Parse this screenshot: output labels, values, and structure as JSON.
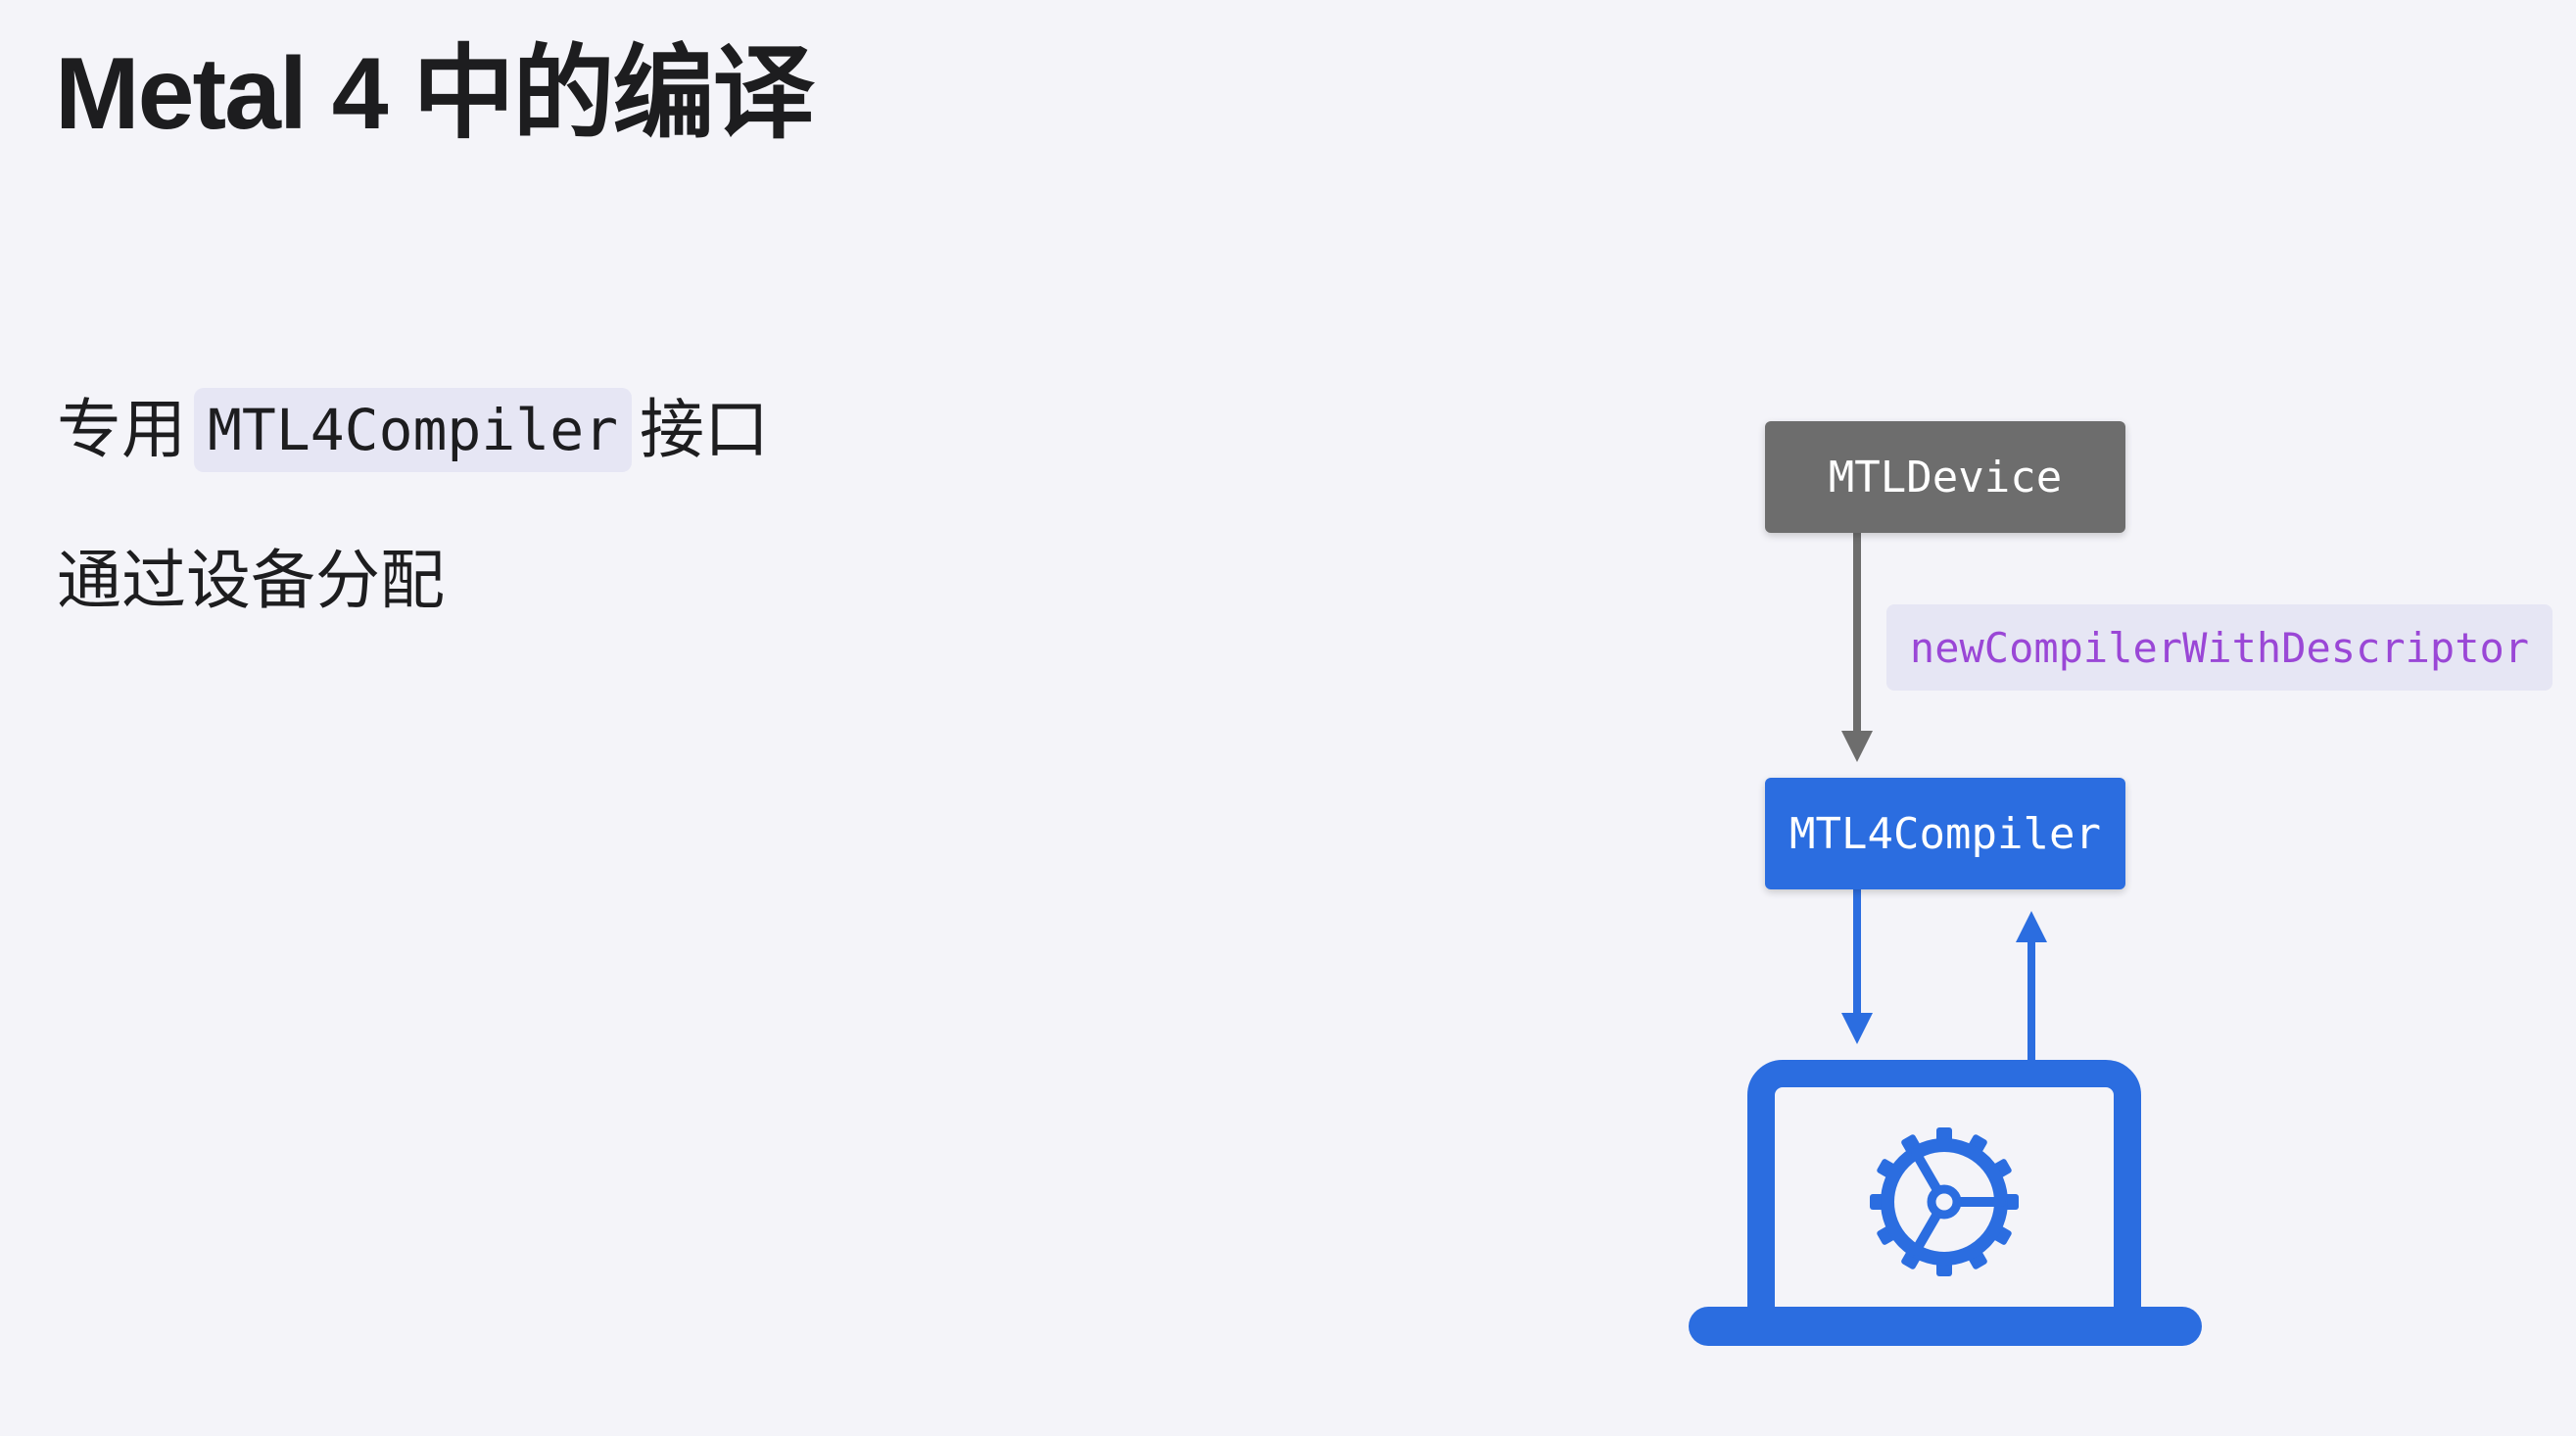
{
  "slide": {
    "title": "Metal 4 中的编译",
    "bullets": [
      {
        "prefix": "专用",
        "code": "MTL4Compiler",
        "suffix": "接口"
      },
      {
        "text": "通过设备分配"
      }
    ]
  },
  "diagram": {
    "device_label": "MTLDevice",
    "method_label": "newCompilerWithDescriptor",
    "compiler_label": "MTL4Compiler",
    "device_icon": "laptop-icon",
    "compiler_icon": "gear-icon",
    "colors": {
      "device": "#6d6d6d",
      "compiler": "#2b6de0",
      "method_text": "#9a47d6",
      "chip_bg": "#e6e6f4"
    }
  }
}
